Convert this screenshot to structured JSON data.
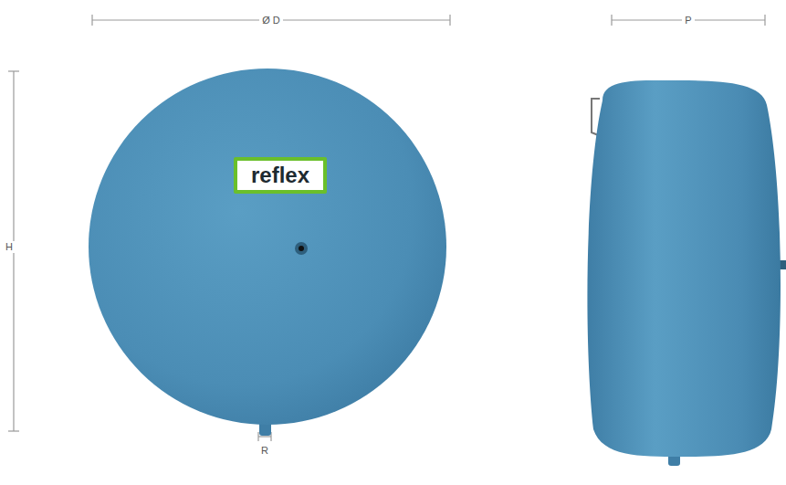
{
  "diagram": {
    "nodes": [
      {
        "text": [
          "reflex"
        ]
      }
    ],
    "labels": [
      "Ø D",
      "H",
      "R",
      "P"
    ]
  }
}
